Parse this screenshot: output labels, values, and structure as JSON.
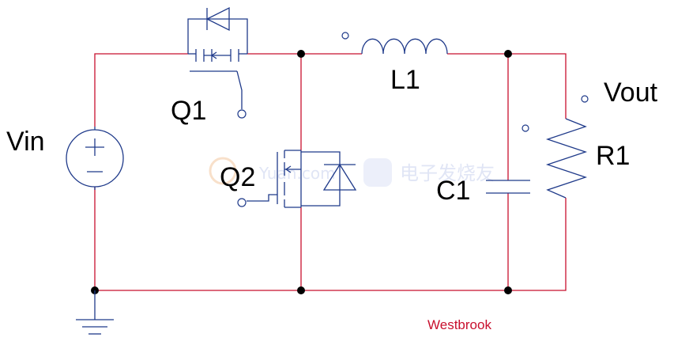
{
  "labels": {
    "vin": "Vin",
    "q1": "Q1",
    "q2": "Q2",
    "l1": "L1",
    "c1": "C1",
    "r1": "R1",
    "vout": "Vout"
  },
  "credit": "Westbrook",
  "watermark": {
    "text": "电子发烧友",
    "small": "Yuan.com"
  },
  "colors": {
    "wire": "#c8102e",
    "component": "#1f3a8a",
    "credit": "#c8102e"
  }
}
